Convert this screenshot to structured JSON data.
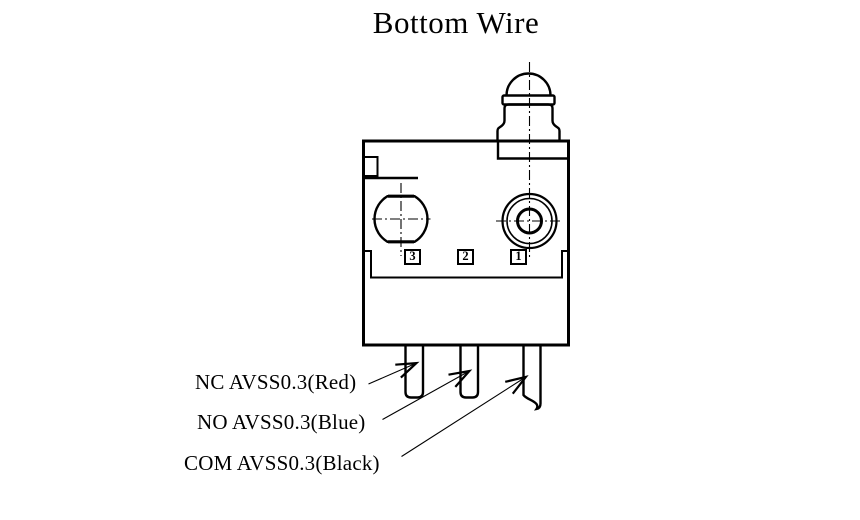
{
  "title": "Bottom Wire",
  "colors": {
    "line": "#000000",
    "background": "#ffffff",
    "text": "#000000"
  },
  "terminals": [
    {
      "number": "3"
    },
    {
      "number": "2"
    },
    {
      "number": "1"
    }
  ],
  "wire_labels": [
    {
      "text": "NC AVSS0.3(Red)"
    },
    {
      "text": "NO AVSS0.3(Blue)"
    },
    {
      "text": "COM AVSS0.3(Black)"
    }
  ]
}
